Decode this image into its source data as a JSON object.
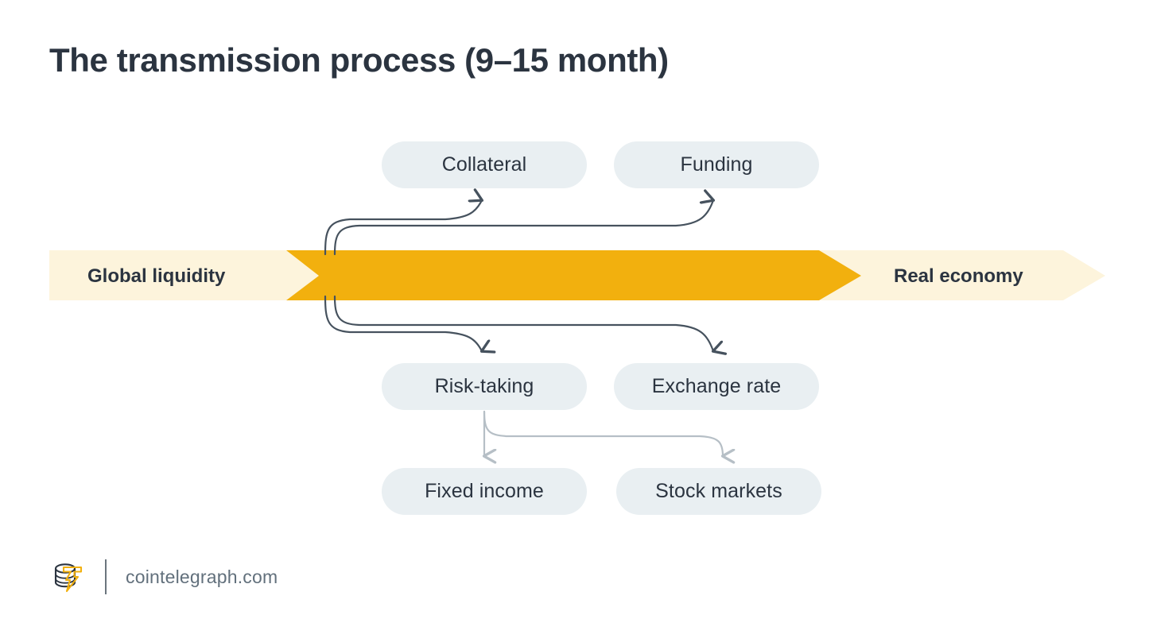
{
  "page": {
    "title": "The transmission process (9–15 month)",
    "background_color": "#ffffff"
  },
  "colors": {
    "title_text": "#2b3440",
    "band_cream": "#fdf4dc",
    "band_yellow": "#f2b00e",
    "node_fill": "#e9eff2",
    "node_text": "#2b3440",
    "arrow_dark": "#46525e",
    "arrow_light": "#b6bfc6",
    "footer_text": "#62707c",
    "logo_accent": "#f2b00e"
  },
  "band": {
    "left_label": "Global liquidity",
    "right_label": "Real economy"
  },
  "nodes": [
    {
      "id": "collateral",
      "label": "Collateral",
      "row": "top",
      "column": "left"
    },
    {
      "id": "funding",
      "label": "Funding",
      "row": "top",
      "column": "right"
    },
    {
      "id": "risk-taking",
      "label": "Risk-taking",
      "row": "middle",
      "column": "left"
    },
    {
      "id": "exchange-rate",
      "label": "Exchange rate",
      "row": "middle",
      "column": "right"
    },
    {
      "id": "fixed-income",
      "label": "Fixed income",
      "row": "bottom",
      "column": "left"
    },
    {
      "id": "stock-markets",
      "label": "Stock markets",
      "row": "bottom",
      "column": "right"
    }
  ],
  "connections": [
    {
      "from": "band",
      "to": "collateral",
      "direction": "up",
      "style": "dark"
    },
    {
      "from": "band",
      "to": "funding",
      "direction": "up",
      "style": "dark"
    },
    {
      "from": "band",
      "to": "risk-taking",
      "direction": "down",
      "style": "dark"
    },
    {
      "from": "band",
      "to": "exchange-rate",
      "direction": "down",
      "style": "dark"
    },
    {
      "from": "risk-taking",
      "to": "fixed-income",
      "direction": "down",
      "style": "light"
    },
    {
      "from": "risk-taking",
      "to": "stock-markets",
      "direction": "down",
      "style": "light"
    }
  ],
  "footer": {
    "site": "cointelegraph.com",
    "logo_name": "cointelegraph-logo"
  }
}
